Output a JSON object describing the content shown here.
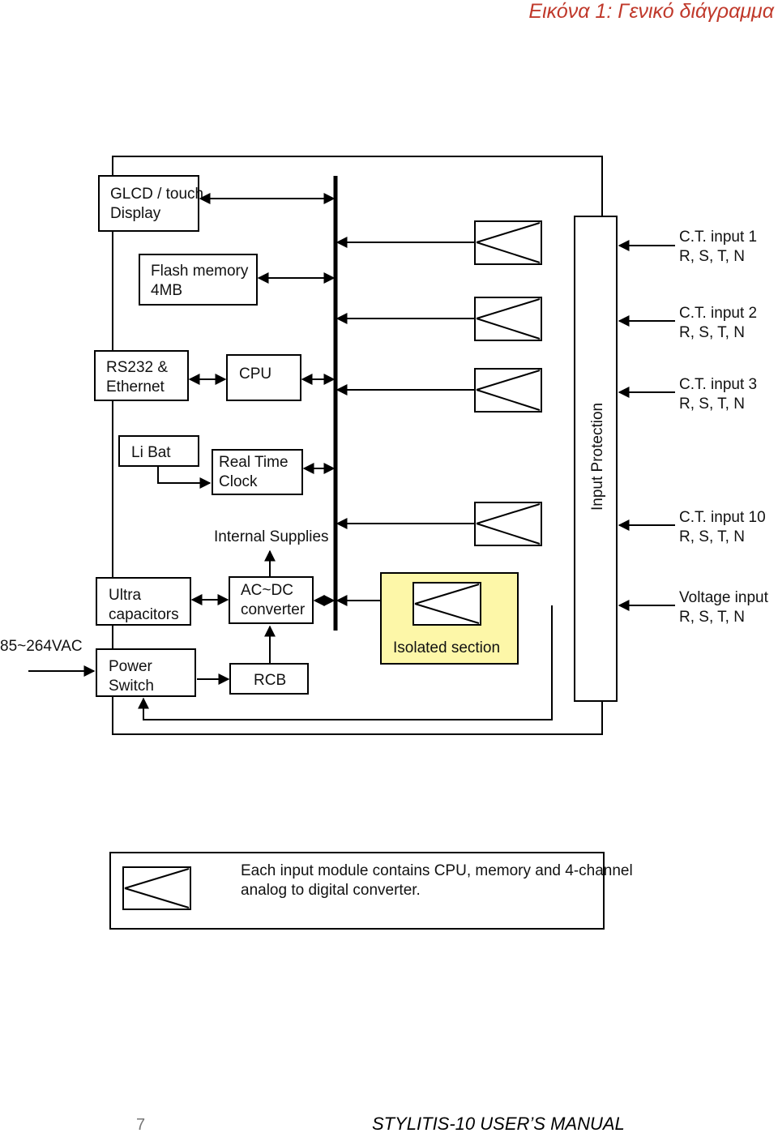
{
  "caption": "Εικόνα 1: Γενικό διάγραμμα",
  "footer": {
    "page_number": "7",
    "manual_title": "STYLITIS-10 USER’S MANUAL"
  },
  "blocks": {
    "glcd": [
      "GLCD / touch",
      "Display"
    ],
    "flash": [
      "Flash memory",
      "4MB"
    ],
    "rs232": [
      "RS232 &",
      "Ethernet"
    ],
    "cpu": "CPU",
    "libat": "Li Bat",
    "rtc": [
      "Real Time",
      "Clock"
    ],
    "internal_supplies": "Internal Supplies",
    "ultracap": [
      "Ultra",
      "capacitors"
    ],
    "acdc": [
      "AC~DC",
      "converter"
    ],
    "isolated": "Isolated section",
    "power_switch": [
      "Power",
      "Switch"
    ],
    "rcb": "RCB",
    "input_protection": "Input Protection"
  },
  "mains_label": "85~264VAC",
  "inputs": [
    {
      "line1": "C.T. input 1",
      "line2": "R, S, T, N"
    },
    {
      "line1": "C.T. input 2",
      "line2": "R, S, T, N"
    },
    {
      "line1": "C.T. input 3",
      "line2": "R, S, T, N"
    },
    {
      "line1": "C.T. input 10",
      "line2": "R, S, T, N"
    },
    {
      "line1": "Voltage input",
      "line2": "R, S, T, N"
    }
  ],
  "legend": {
    "line1": "Each input module contains CPU, memory and 4-channel",
    "line2": "analog to digital converter."
  },
  "colors": {
    "caption": "#c0392b",
    "isolated_fill": "#fdf7a8",
    "line": "#000000"
  }
}
